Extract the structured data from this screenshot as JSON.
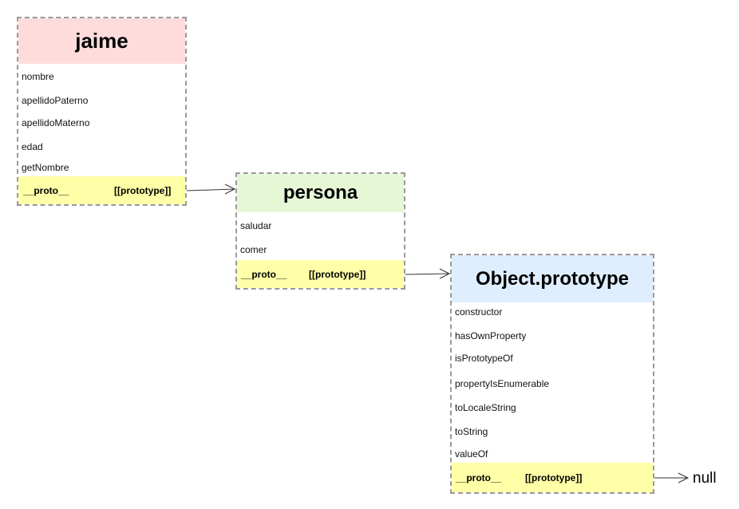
{
  "objects": [
    {
      "title": "jaime",
      "properties": [
        "nombre",
        "apellidoPaterno",
        "apellidoMaterno",
        "edad",
        "getNombre"
      ],
      "proto_key": "__proto__",
      "proto_value": "[[prototype]]",
      "header_color": "#ffdcdc"
    },
    {
      "title": "persona",
      "properties": [
        "saludar",
        "comer"
      ],
      "proto_key": "__proto__",
      "proto_value": "[[prototype]]",
      "header_color": "#e6f7d6"
    },
    {
      "title": "Object.prototype",
      "properties": [
        "constructor",
        "hasOwnProperty",
        "isPrototypeOf",
        "propertyIsEnumerable",
        "toLocaleString",
        "toString",
        "valueOf"
      ],
      "proto_key": "__proto__",
      "proto_value": "[[prototype]]",
      "header_color": "#dfeeff"
    }
  ],
  "terminal": "null",
  "colors": {
    "proto_row": "#ffffa8",
    "border": "#9a9a9a"
  }
}
